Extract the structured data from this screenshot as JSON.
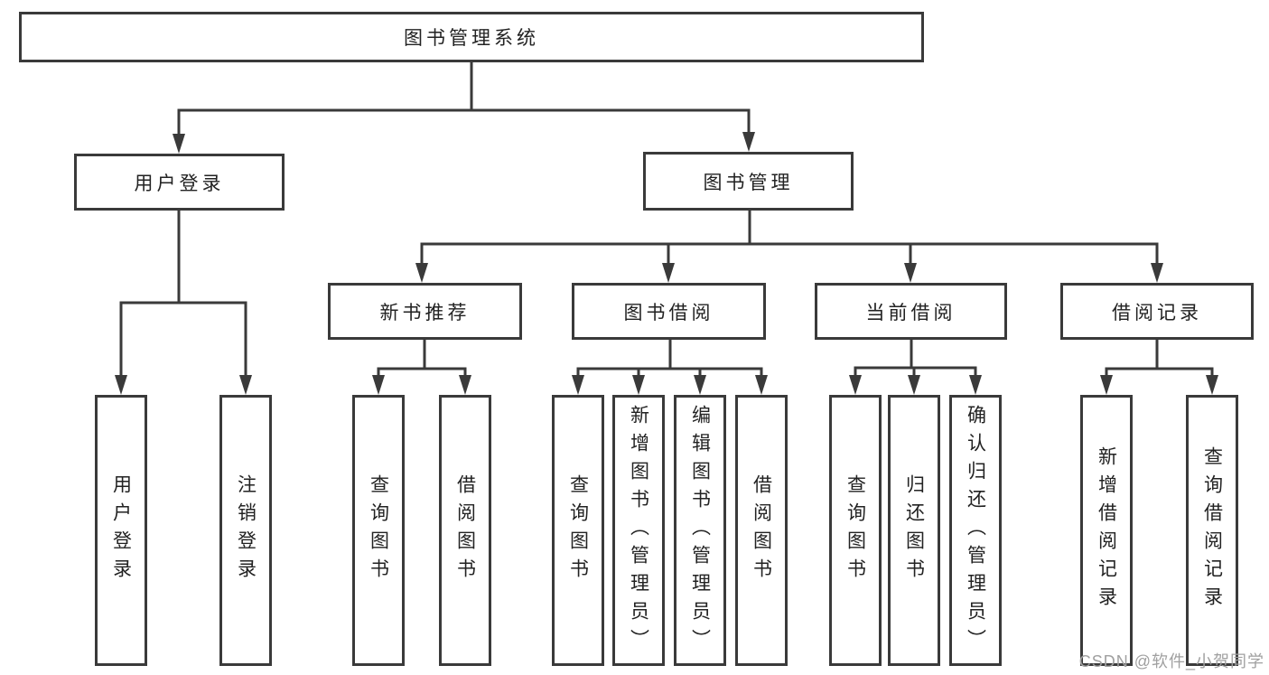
{
  "diagram": {
    "watermark": "CSDN @软件_小贺同学",
    "colors": {
      "line": "#3a3a3a",
      "box_border": "#3a3a3a",
      "text": "#222222",
      "watermark": "#a0a0a0",
      "background": "#ffffff"
    },
    "nodes": {
      "root": {
        "label": "图书管理系统"
      },
      "user_login": {
        "label": "用户登录"
      },
      "book_mgmt": {
        "label": "图书管理"
      },
      "new_book": {
        "label": "新书推荐"
      },
      "book_borrow": {
        "label": "图书借阅"
      },
      "current_borrow": {
        "label": "当前借阅"
      },
      "borrow_records": {
        "label": "借阅记录"
      },
      "leaf_user_login": {
        "label": "用户登录"
      },
      "leaf_logout": {
        "label": "注销登录"
      },
      "leaf_nb_query": {
        "label": "查询图书"
      },
      "leaf_nb_borrow": {
        "label": "借阅图书"
      },
      "leaf_bb_query": {
        "label": "查询图书"
      },
      "leaf_bb_add": {
        "label": "新增图书（管理员）"
      },
      "leaf_bb_edit": {
        "label": "编辑图书（管理员）"
      },
      "leaf_bb_borrow": {
        "label": "借阅图书"
      },
      "leaf_cb_query": {
        "label": "查询图书"
      },
      "leaf_cb_return": {
        "label": "归还图书"
      },
      "leaf_cb_confirm": {
        "label": "确认归还（管理员）"
      },
      "leaf_rec_add": {
        "label": "新增借阅记录"
      },
      "leaf_rec_query": {
        "label": "查询借阅记录"
      }
    },
    "structure": {
      "root": {
        "user_login": [
          "leaf_user_login",
          "leaf_logout"
        ],
        "book_mgmt": {
          "new_book": [
            "leaf_nb_query",
            "leaf_nb_borrow"
          ],
          "book_borrow": [
            "leaf_bb_query",
            "leaf_bb_add",
            "leaf_bb_edit",
            "leaf_bb_borrow"
          ],
          "current_borrow": [
            "leaf_cb_query",
            "leaf_cb_return",
            "leaf_cb_confirm"
          ],
          "borrow_records": [
            "leaf_rec_add",
            "leaf_rec_query"
          ]
        }
      }
    }
  }
}
